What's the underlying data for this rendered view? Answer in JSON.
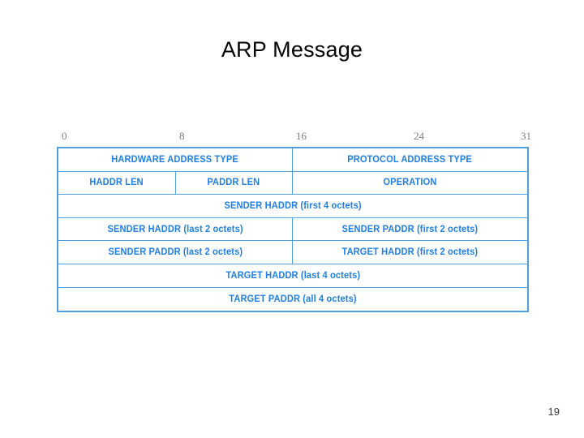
{
  "slide": {
    "title": "ARP Message",
    "page_number": "19"
  },
  "colors": {
    "border_blue": "#4d9fe0",
    "text_blue": "#1f7fe8",
    "ruler_gray": "#7e7e7e",
    "title_black": "#000000",
    "background": "#ffffff"
  },
  "bit_ruler": {
    "ticks": [
      "0",
      "8",
      "16",
      "24",
      "31"
    ]
  },
  "packet": {
    "rows": [
      {
        "cells": [
          {
            "label": "HARDWARE ADDRESS TYPE",
            "bits": 16
          },
          {
            "label": "PROTOCOL ADDRESS TYPE",
            "bits": 16
          }
        ]
      },
      {
        "cells": [
          {
            "label": "HADDR LEN",
            "bits": 8
          },
          {
            "label": "PADDR LEN",
            "bits": 8
          },
          {
            "label": "OPERATION",
            "bits": 16
          }
        ]
      },
      {
        "cells": [
          {
            "label": "SENDER HADDR (first 4 octets)",
            "bits": 32
          }
        ]
      },
      {
        "cells": [
          {
            "label": "SENDER HADDR (last 2 octets)",
            "bits": 16
          },
          {
            "label": "SENDER PADDR (first 2 octets)",
            "bits": 16
          }
        ]
      },
      {
        "cells": [
          {
            "label": "SENDER PADDR (last 2 octets)",
            "bits": 16
          },
          {
            "label": "TARGET HADDR (first 2 octets)",
            "bits": 16
          }
        ]
      },
      {
        "cells": [
          {
            "label": "TARGET HADDR (last 4 octets)",
            "bits": 32
          }
        ]
      },
      {
        "cells": [
          {
            "label": "TARGET PADDR (all 4 octets)",
            "bits": 32
          }
        ]
      }
    ]
  }
}
